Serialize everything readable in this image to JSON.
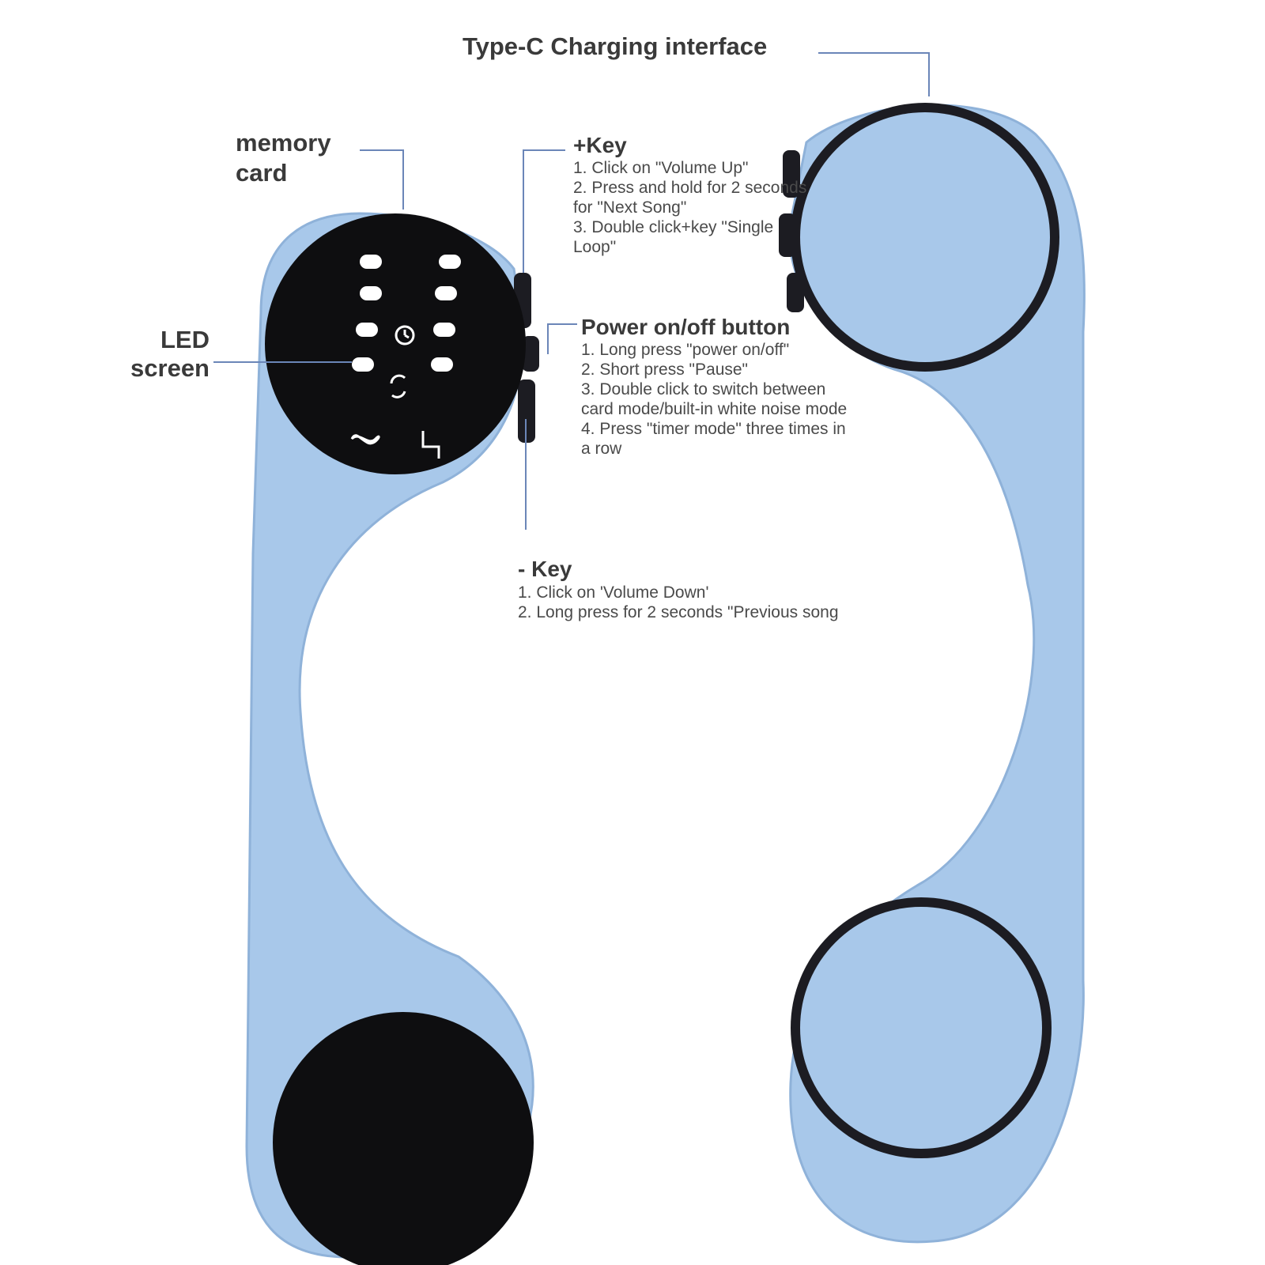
{
  "colors": {
    "body": "#a8c8ea",
    "body_shadow": "#8fb2d9",
    "screen": "#0e0e10",
    "led": "#ffffff",
    "leader_line": "#6b86b8",
    "speaker_ring": "#1c1c22"
  },
  "labels": {
    "memory_card": {
      "title": "memory card"
    },
    "led_screen": {
      "title": "LED screen"
    },
    "type_c": {
      "title": "Type-C Charging interface"
    },
    "plus_key": {
      "title": "+Key",
      "items": [
        "1. Click on \"Volume Up\"",
        "2. Press and hold for 2 seconds for \"Next Song\"",
        "3. Double click+key \"Single Loop\""
      ]
    },
    "power_button": {
      "title": "Power on/off button",
      "items": [
        "1. Long press \"power on/off\"",
        "2. Short press \"Pause\"",
        "3. Double click to switch between card mode/built-in white noise mode",
        "4. Press \"timer mode\" three times in a row"
      ]
    },
    "minus_key": {
      "title": "- Key",
      "items": [
        "1. Click on 'Volume Down'",
        "2. Long press for 2 seconds \"Previous song"
      ]
    }
  },
  "icons": [
    "alarm-clock-icon",
    "loop-icon",
    "infinity-icon",
    "timer-mode-icon"
  ]
}
